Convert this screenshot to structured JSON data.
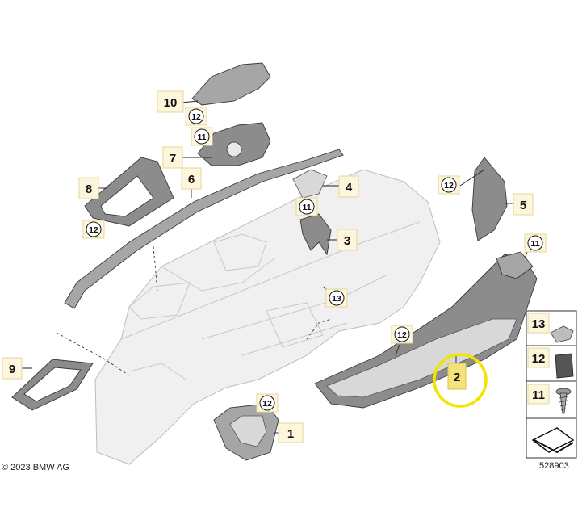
{
  "callouts": {
    "c1": "1",
    "c2": "2",
    "c3": "3",
    "c4": "4",
    "c5": "5",
    "c6": "6",
    "c7": "7",
    "c8": "8",
    "c9": "9",
    "c10": "10"
  },
  "circles": {
    "c11": "11",
    "c12": "12",
    "c13": "13"
  },
  "legend": {
    "l13": "13",
    "l12": "12",
    "l11": "11"
  },
  "copyright": "© 2023 BMW AG",
  "image_number": "528903",
  "highlight_color": "#f2e300"
}
